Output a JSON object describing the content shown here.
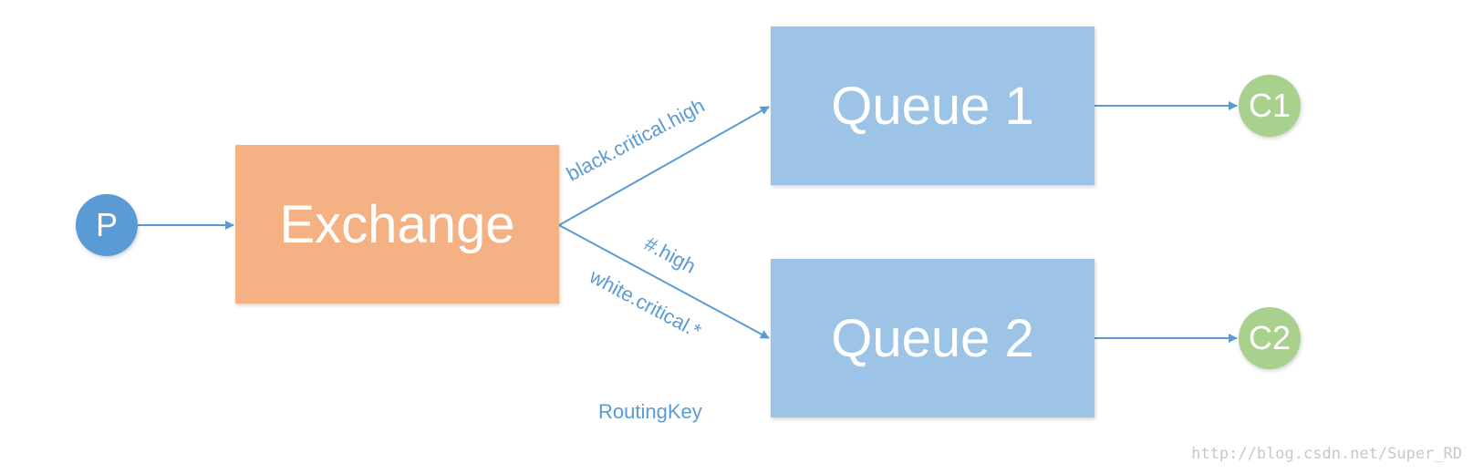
{
  "nodes": {
    "producer": {
      "label": "P"
    },
    "exchange": {
      "label": "Exchange"
    },
    "queue1": {
      "label": "Queue 1"
    },
    "queue2": {
      "label": "Queue 2"
    },
    "consumer1": {
      "label": "C1"
    },
    "consumer2": {
      "label": "C2"
    }
  },
  "edges": {
    "exchange_to_queue1": {
      "label": "black.critical.high"
    },
    "exchange_to_queue2": {
      "labels": [
        "#.high",
        "white.critical.*"
      ]
    }
  },
  "annotation": {
    "routing_key": "RoutingKey"
  },
  "watermark": "http://blog.csdn.net/Super_RD",
  "colors": {
    "producer": "#5b9bd5",
    "exchange": "#f4b183",
    "queue": "#9dc3e6",
    "consumer": "#a9d18e",
    "arrow": "#5b9bd5",
    "label_text": "#5b9bd5"
  }
}
